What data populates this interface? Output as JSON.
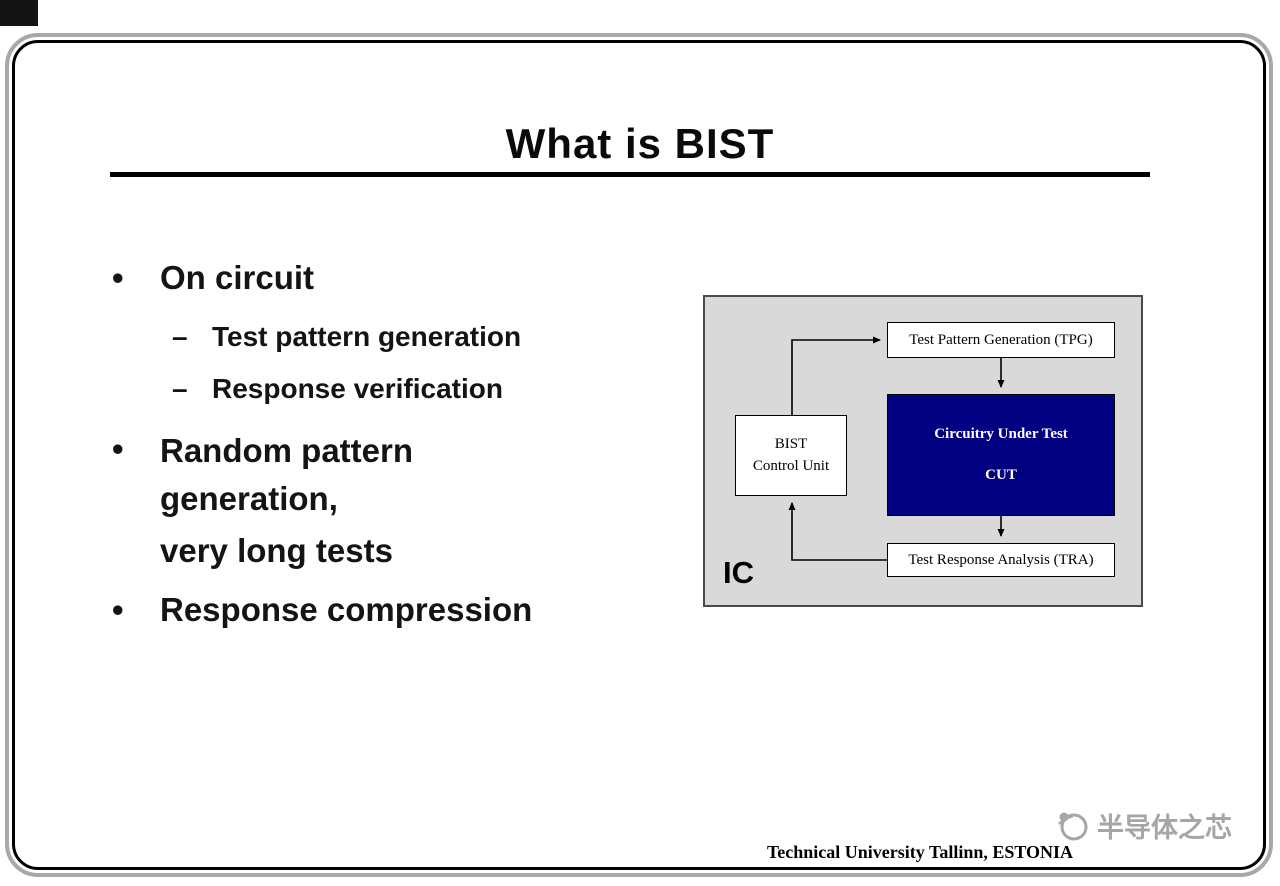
{
  "colors": {
    "cut_bg": "#000080",
    "panel_bg": "#d9d9d9",
    "watermark": "#a6a6a6"
  },
  "slide": {
    "title": "What is BIST",
    "bullets": [
      {
        "marker": "•",
        "text": "On circuit"
      },
      {
        "marker": "–",
        "text": "Test pattern generation"
      },
      {
        "marker": "–",
        "text": "Response verification"
      },
      {
        "marker": "•",
        "text": "Random pattern generation,"
      },
      {
        "marker": "",
        "text": "very long tests"
      },
      {
        "marker": "•",
        "text": "Response compression"
      }
    ],
    "footer": "Technical University Tallinn, ESTONIA",
    "watermark": "半导体之芯"
  },
  "diagram": {
    "ic_label": "IC",
    "boxes": {
      "tpg": "Test Pattern Generation (TPG)",
      "bist": [
        "BIST",
        "Control Unit"
      ],
      "cut": [
        "Circuitry Under Test",
        "CUT"
      ],
      "tra": "Test Response Analysis (TRA)"
    }
  }
}
